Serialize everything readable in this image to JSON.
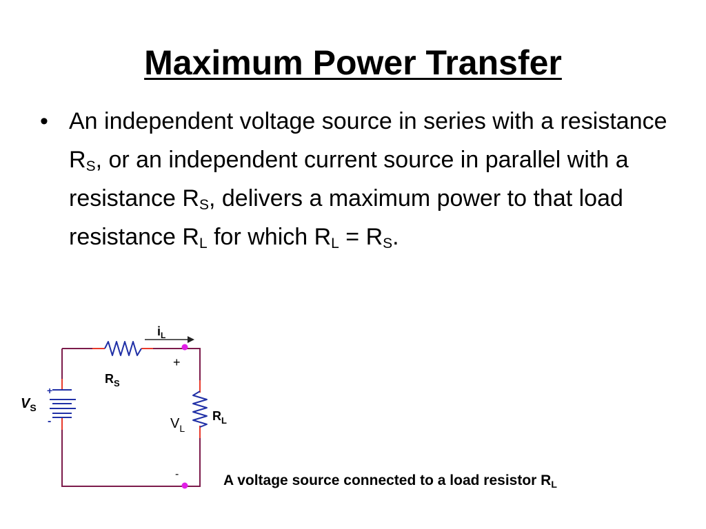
{
  "slide": {
    "title": "Maximum Power Transfer",
    "bullet": {
      "symbol": "•",
      "t1": "An  independent voltage source in series with a resistance R",
      "s1": "S",
      "t2": ", or an independent current source in parallel with a resistance R",
      "s2": "S",
      "t3": ", delivers a maximum power to that load resistance R",
      "s3": "L",
      "t4": " for which R",
      "s4": "L",
      "t5": " = R",
      "s5": "S",
      "t6": "."
    }
  },
  "circuit": {
    "current": {
      "main": "i",
      "sub": "L"
    },
    "source": {
      "main": "V",
      "sub": "S",
      "plus": "+",
      "minus": "-"
    },
    "series_resistor": {
      "main": "R",
      "sub": "S"
    },
    "load_resistor": {
      "main": "R",
      "sub": "L"
    },
    "load_voltage": {
      "main": "V",
      "sub": "L"
    },
    "terminal_plus": "+",
    "terminal_minus": "-"
  },
  "caption": {
    "text": "A voltage source connected to a load resistor R",
    "sub": "L"
  },
  "colors": {
    "wire": "#7b1a4a",
    "wire_accent": "#e8392a",
    "resistor": "#1f2fa6",
    "terminal": "#e11ee6",
    "source_sign": "#c0301d",
    "text": "#000000"
  }
}
